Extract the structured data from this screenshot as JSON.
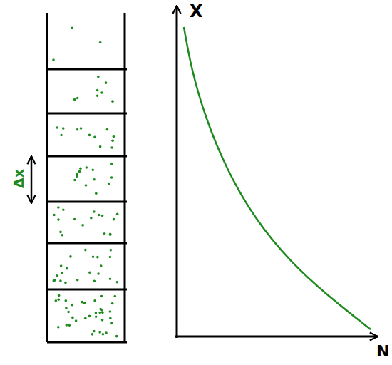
{
  "diagram": {
    "labels": [
      "Δx",
      "X",
      "N"
    ]
  }
}
